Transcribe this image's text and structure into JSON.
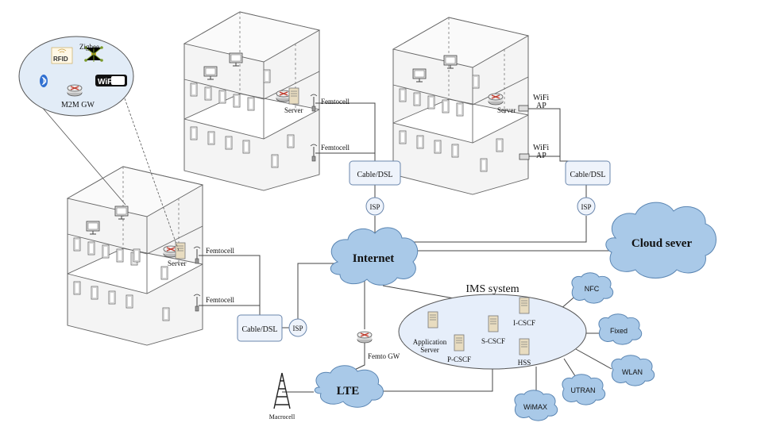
{
  "labels": {
    "zigbee": "Zigbee",
    "rfid": "RFID",
    "wifi_logo": "WiFi",
    "m2m_gw": "M2M GW",
    "server": "Server",
    "femtocell": "Femtocell",
    "wifi_ap": "WiFi",
    "ap": "AP",
    "cable_dsl": "Cable/DSL",
    "isp": "ISP",
    "internet": "Internet",
    "cloud_server": "Cloud sever",
    "ims_system": "IMS system",
    "application": "Application",
    "server_word": "Server",
    "p_cscf": "P-CSCF",
    "s_cscf": "S-CSCF",
    "i_cscf": "I-CSCF",
    "hss": "HSS",
    "nfc": "NFC",
    "fixed": "Fixed",
    "wlan": "WLAN",
    "utran": "UTRAN",
    "wimax": "WiMAX",
    "lte": "LTE",
    "femto_gw": "Femto GW",
    "macrocell": "Macrocell"
  },
  "colors": {
    "cloud_fill": "#a9c9e8",
    "cloud_stroke": "#5b86b3",
    "box_fill": "#eef3fb",
    "router_red": "#c0392b"
  }
}
